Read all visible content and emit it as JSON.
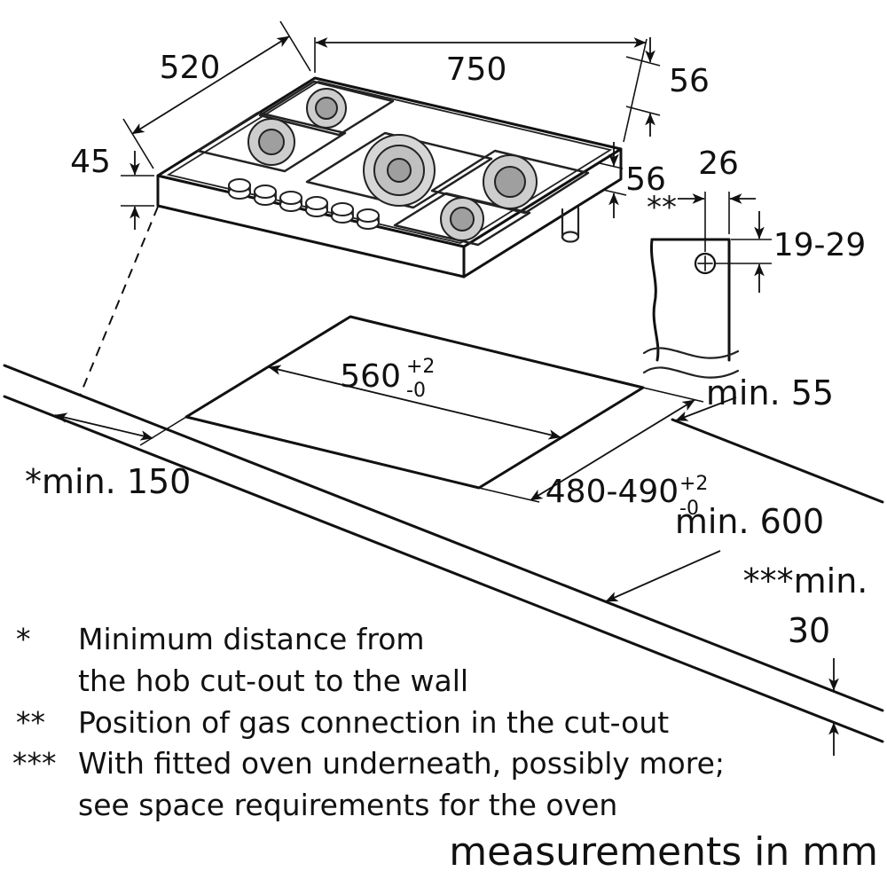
{
  "diagram": {
    "dims": {
      "width_top": "750",
      "depth_top": "520",
      "height_front_left": "45",
      "height_rear": "56",
      "height_front": "56",
      "gas_offset": "26",
      "gas_ref": "**",
      "gas_depth_range": "19-29",
      "min_rear_distance": "min. 55",
      "cutout_width": "560",
      "cutout_width_tol_plus": "+2",
      "cutout_width_tol_minus": "-0",
      "cutout_depth": "480-490",
      "cutout_depth_tol_plus": "+2",
      "cutout_depth_tol_minus": "-0",
      "min_side_distance": "*min. 150",
      "min_worktop_depth": "min. 600",
      "min_clearance_prefix": "***min.",
      "min_clearance_value": "30"
    },
    "footnotes": [
      {
        "symbol": "*",
        "lines": [
          "Minimum distance from",
          "the hob cut-out to the wall"
        ]
      },
      {
        "symbol": "**",
        "lines": [
          "Position of gas connection in the cut-out"
        ]
      },
      {
        "symbol": "***",
        "lines": [
          "With fitted oven underneath, possibly more;",
          "see space requirements for the oven"
        ]
      }
    ],
    "units_note": "measurements in mm",
    "colors": {
      "line": "#111111",
      "burner_fill": "#c9c9c9"
    }
  }
}
